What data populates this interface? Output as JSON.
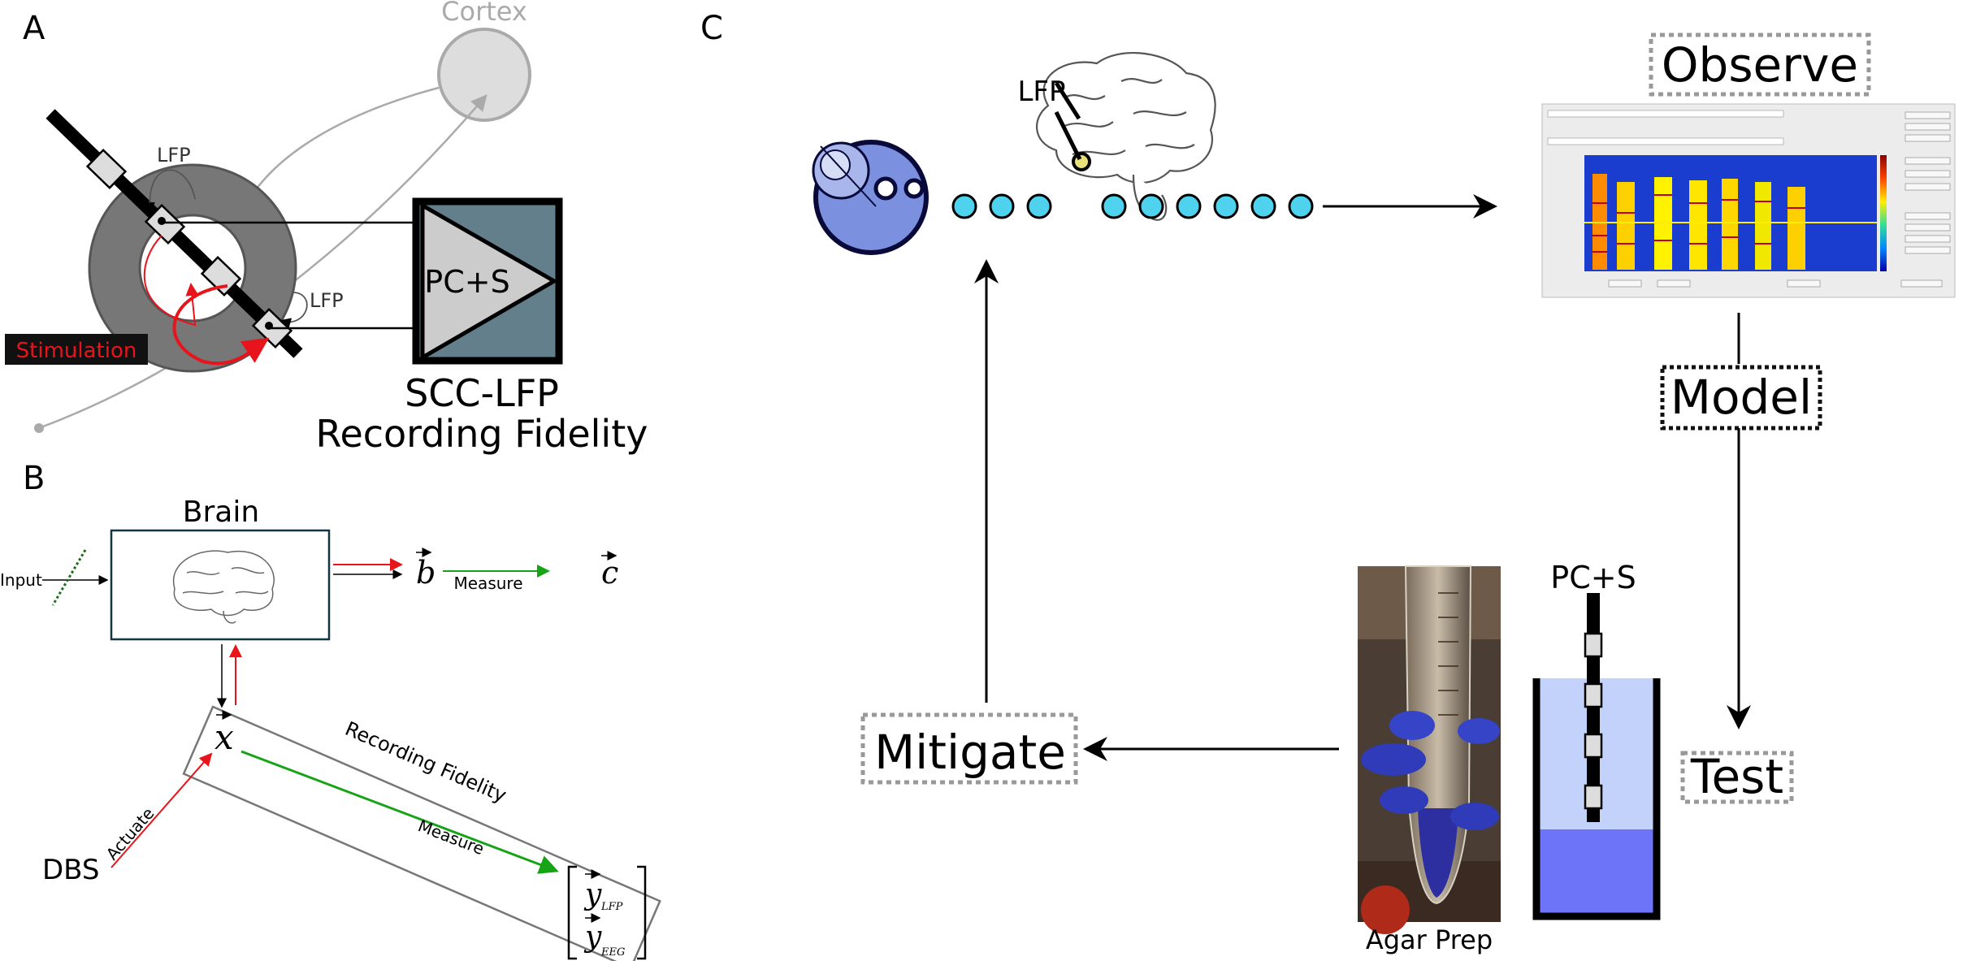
{
  "panels": {
    "a": "A",
    "b": "B",
    "c": "C"
  },
  "panel_a": {
    "cortex": "Cortex",
    "lfp_top": "LFP",
    "lfp_bottom": "LFP",
    "stimulation": "Stimulation",
    "device": "PC+S",
    "title_line1": "SCC-LFP",
    "title_line2": "Recording Fidelity",
    "colors": {
      "stim": "#e8141b",
      "device_fill": "#637f8c",
      "triangle": "#cccccc",
      "ring": "#777777"
    }
  },
  "panel_b": {
    "brain": "Brain",
    "input": "Input",
    "b_vec": "b",
    "c_vec": "c",
    "measure_top": "Measure",
    "x_vec": "x",
    "recording_fidelity": "Recording Fidelity",
    "measure_diag": "Measure",
    "actuate": "Actuate",
    "dbs": "DBS",
    "y_vec": "y",
    "lfp_sub": "LFP",
    "eeg_sub": "EEG",
    "colors": {
      "red": "#e8141b",
      "green": "#16a316"
    }
  },
  "panel_c": {
    "observe": "Observe",
    "model": "Model",
    "test": "Test",
    "mitigate": "Mitigate",
    "lfp": "LFP",
    "pcs": "PC+S",
    "agar_prep": "Agar Prep",
    "colors": {
      "dots": "#4fd2ee",
      "sphere": "#7b90de",
      "tank_top": "#c2d2fa",
      "tank_bottom": "#6e74f7"
    }
  }
}
